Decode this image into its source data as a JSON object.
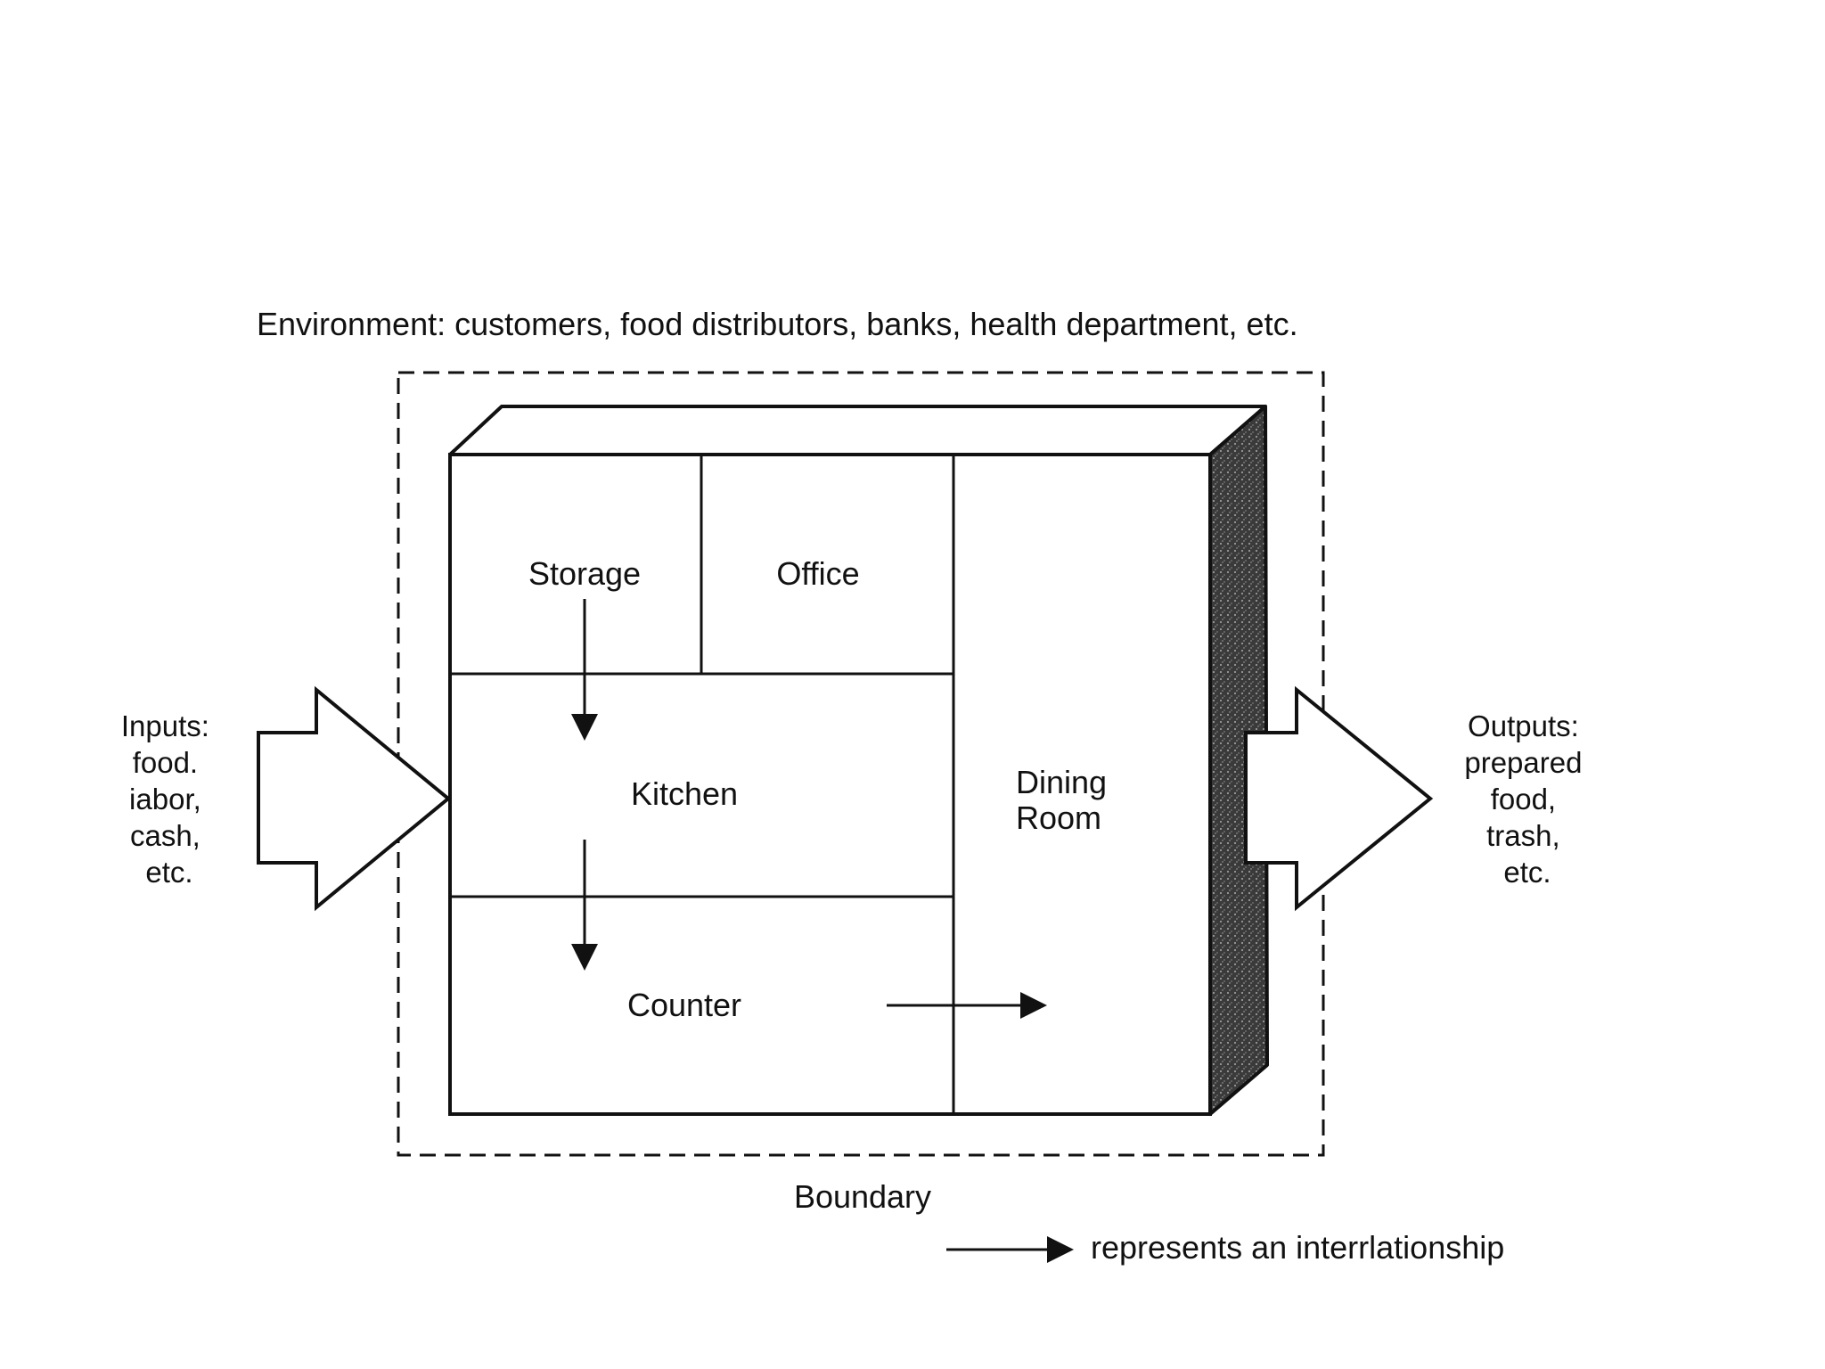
{
  "environment_label": "Environment: customers, food distributors, banks, health department, etc.",
  "rooms": {
    "storage": "Storage",
    "office": "Office",
    "kitchen": "Kitchen",
    "counter": "Counter",
    "dining_line1": "Dining",
    "dining_line2": "Room"
  },
  "inputs": [
    "Inputs:",
    "food.",
    "iabor,",
    "cash,",
    "etc."
  ],
  "outputs": [
    "Outputs:",
    "prepared",
    "food,",
    "trash,",
    "etc."
  ],
  "boundary_label": "Boundary",
  "legend_label": "represents an interrlationship",
  "colors": {
    "ink": "#111111",
    "shaded_side": "#4a4a4a",
    "background": "#ffffff"
  }
}
